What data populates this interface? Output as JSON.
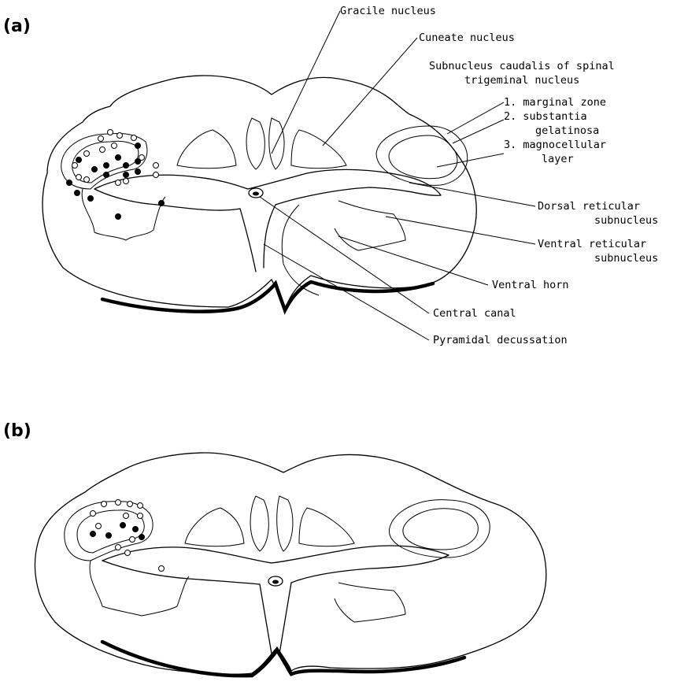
{
  "panels": [
    {
      "label": "(a)",
      "annotations": {
        "gracile": "Gracile nucleus",
        "cuneate": "Cuneate nucleus",
        "subnucleus_line1": "Subnucleus caudalis of spinal",
        "subnucleus_line2": "trigeminal nucleus",
        "marginal": "1. marginal zone",
        "gelat1": "2. substantia",
        "gelat2": "gelatinosa",
        "magno1": "3. magnocellular",
        "magno2": "layer",
        "dorsal1": "Dorsal reticular",
        "dorsal2": "subnucleus",
        "ventral1": "Ventral reticular",
        "ventral2": "subnucleus",
        "horn": "Ventral horn",
        "canal": "Central canal",
        "pyramidal": "Pyramidal decussation"
      }
    },
    {
      "label": "(b)"
    }
  ],
  "legend_colors": {
    "open_marker": "#ffffff",
    "filled_marker": "#000000",
    "line": "#000000"
  }
}
